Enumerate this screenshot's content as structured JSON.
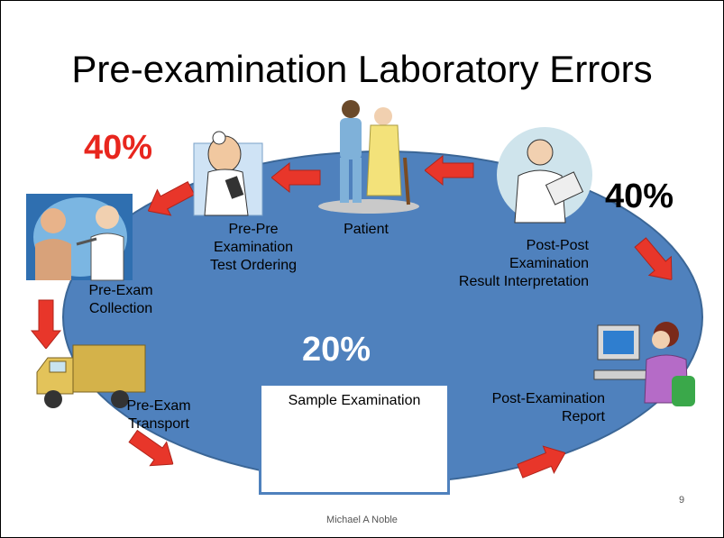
{
  "slide": {
    "title": "Pre-examination Laboratory Errors",
    "percentages": {
      "left_top": "40%",
      "right_top": "40%",
      "center": "20%"
    },
    "stages": {
      "pre_pre": [
        "Pre-Pre",
        "Examination",
        "Test Ordering"
      ],
      "patient": "Patient",
      "post_post": [
        "Post-Post",
        "Examination",
        "Result Interpretation"
      ],
      "pre_exam_collection": [
        "Pre-Exam",
        "Collection"
      ],
      "pre_exam_transport": [
        "Pre-Exam",
        "Transport"
      ],
      "post_exam_report": [
        "Post-Examination",
        "Report"
      ]
    },
    "sample_examination": "Sample Examination",
    "footer": "Michael A Noble",
    "page_number": "9"
  },
  "colors": {
    "ellipse": "#4f81bd",
    "arrow": "#e8362a",
    "red_percent": "#e8261e",
    "black_percent": "#000000",
    "white_percent": "#ffffff"
  },
  "icons": [
    "doctor-pointing-icon",
    "patient-walking-icon",
    "doctor-clipboard-icon",
    "nurse-patient-icon",
    "truck-icon",
    "computer-worker-icon",
    "lab-scientists-icon"
  ]
}
